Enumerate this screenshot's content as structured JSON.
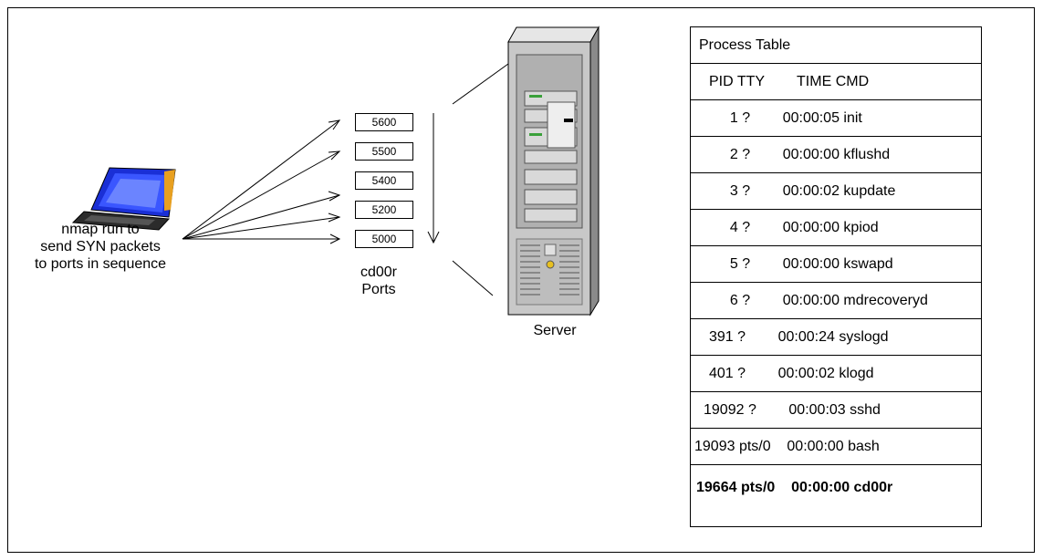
{
  "client": {
    "caption_lines": [
      "nmap run to",
      "send SYN packets",
      "to ports in sequence"
    ]
  },
  "ports": {
    "values": [
      "5600",
      "5500",
      "5400",
      "5200",
      "5000"
    ],
    "caption_lines": [
      "cd00r",
      "Ports"
    ]
  },
  "server": {
    "caption": "Server"
  },
  "process_table": {
    "title": "Process Table",
    "header": "PID TTY        TIME CMD",
    "rows": [
      "  1 ?        00:00:05 init",
      "  2 ?        00:00:00 kflushd",
      "  3 ?        00:00:02 kupdate",
      "  4 ?        00:00:00 kpiod",
      "  5 ?        00:00:00 kswapd",
      "  6 ?        00:00:00 mdrecoveryd",
      "391 ?        00:00:24 syslogd",
      "401 ?        00:00:02 klogd",
      "19092 ?        00:00:03 sshd",
      "19093 pts/0    00:00:00 bash",
      "19664 pts/0    00:00:00 cd00r"
    ]
  },
  "colors": {
    "laptop_screen": "#1a2fd6",
    "laptop_body": "#2b2b2b",
    "server_body": "#c8c8c8",
    "server_dark": "#8a8a8a",
    "laptop_accent": "#e8a020"
  }
}
